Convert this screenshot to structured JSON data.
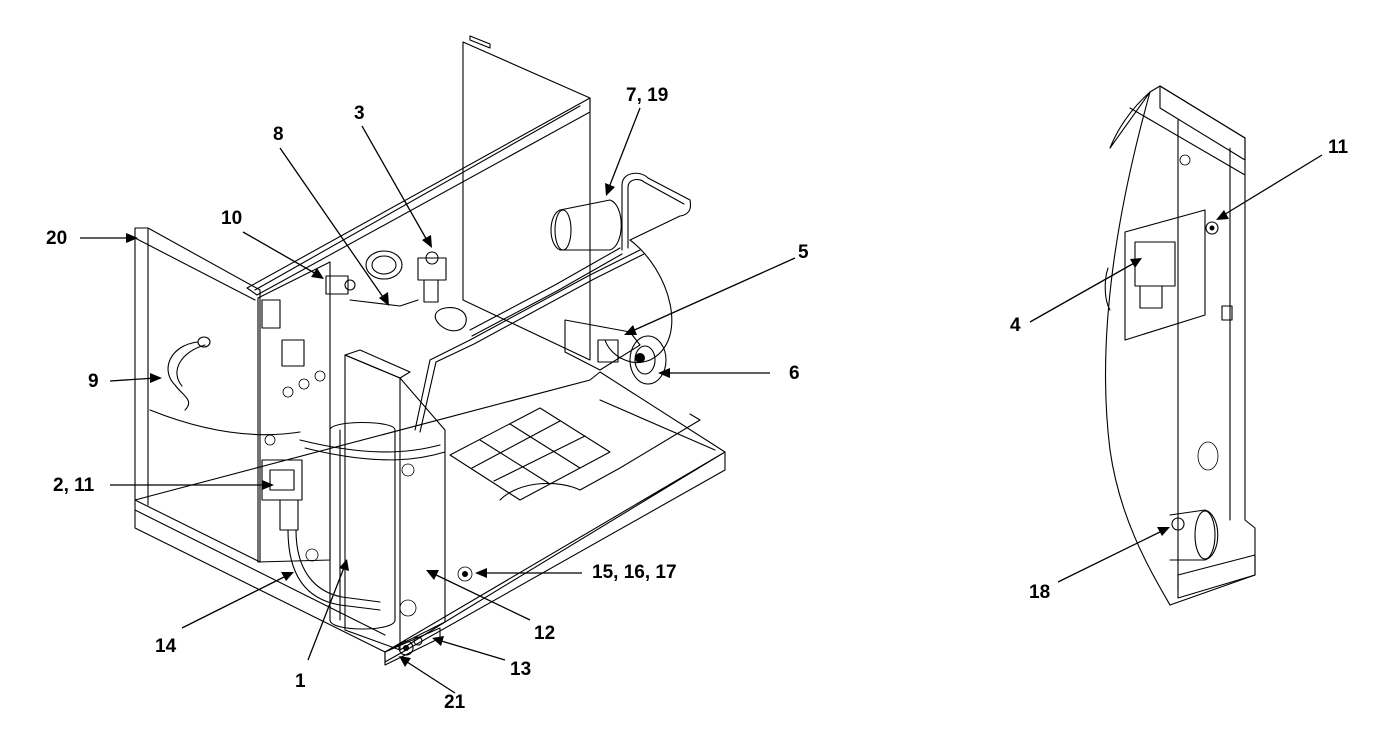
{
  "diagram": {
    "callouts": {
      "c1": "1",
      "c2_11": "2, 11",
      "c3": "3",
      "c4": "4",
      "c5": "5",
      "c6": "6",
      "c7_19": "7, 19",
      "c8": "8",
      "c9": "9",
      "c10": "10",
      "c11": "11",
      "c12": "12",
      "c13": "13",
      "c14": "14",
      "c15_16_17": "15, 16, 17",
      "c18": "18",
      "c20": "20",
      "c21": "21"
    }
  }
}
